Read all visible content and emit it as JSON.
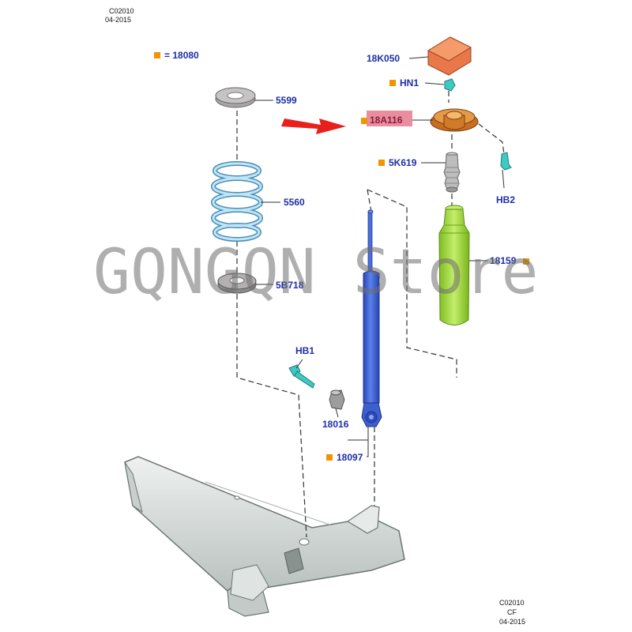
{
  "header": {
    "code": "C02010",
    "date": "04-2015"
  },
  "footer": {
    "code": "C02010",
    "sub": "CF",
    "date": "04-2015"
  },
  "legend": {
    "label": "= 18080"
  },
  "watermark": "GQNGQN Store",
  "parts": {
    "p5599": "5599",
    "p5560": "5560",
    "p5b718": "5B718",
    "p18k050": "18K050",
    "hn1": "HN1",
    "p18a116": "18A116",
    "p5k619": "5K619",
    "hb2": "HB2",
    "p18159": "18159",
    "hb1": "HB1",
    "p18016": "18016",
    "p18097": "18097"
  },
  "colors": {
    "label": "#1e2ea8",
    "marker": "#f29400",
    "arrow": "#e8201c",
    "highlight": "#e57a8e",
    "shock": "#3f63d6",
    "boot": "#9fd63a",
    "spring": "#a8d8ee",
    "mount": "#e0892e",
    "pad": "#f08a4a",
    "fastener": "#3fc9c2",
    "axle": "#d5dbd9"
  }
}
